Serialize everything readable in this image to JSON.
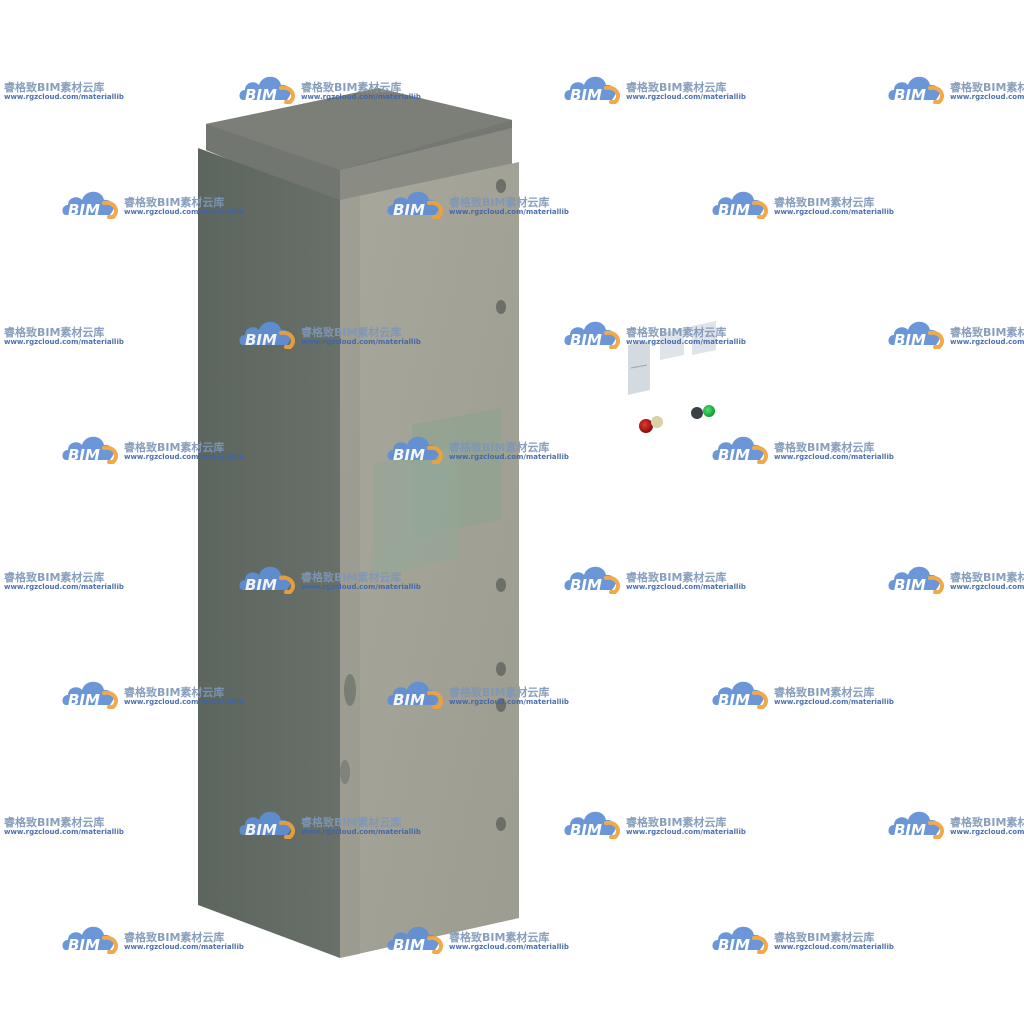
{
  "scene": {
    "subject": "electrical-cabinet",
    "colors": {
      "background": "#ffffff",
      "cabinet_front": "#a3a398",
      "cabinet_side": "#5e6760",
      "cabinet_top": "#7a7d76",
      "panel_glass": "#8fa390",
      "indicator_red": "#a81010",
      "indicator_green": "#1db845",
      "indicator_dark": "#3a4048"
    },
    "icons": [
      "cloud-logo-icon"
    ]
  },
  "watermark": {
    "logo_text": "BIM",
    "title": "睿格致BIM素材云库",
    "url": "www.rgzcloud.com/materiallib"
  }
}
